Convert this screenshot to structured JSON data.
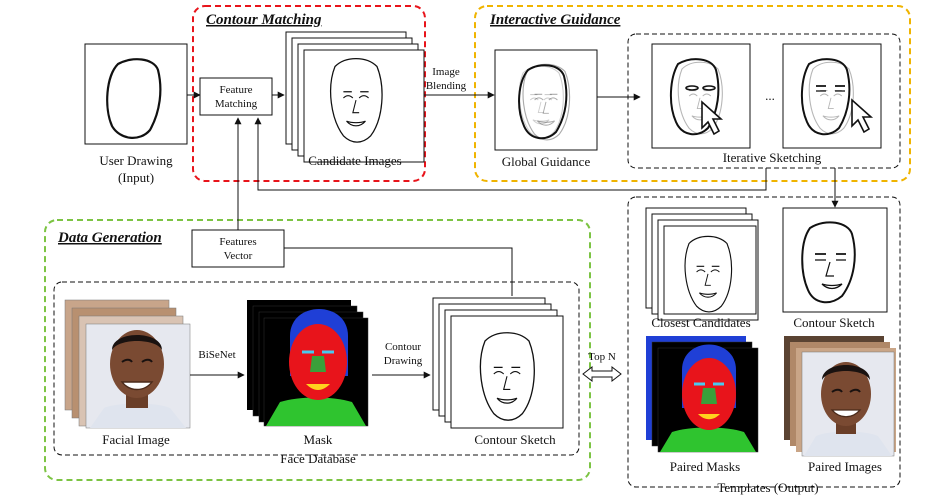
{
  "sections": {
    "contour_matching": {
      "title": "Contour Matching",
      "color": "#e8141b"
    },
    "interactive_guidance": {
      "title": "Interactive Guidance",
      "color": "#f0b400"
    },
    "data_generation": {
      "title": "Data Generation",
      "color": "#7cc443"
    }
  },
  "nodes": {
    "user_drawing": {
      "line1": "User Drawing",
      "line2": "(Input)"
    },
    "feature_matching": {
      "line1": "Feature",
      "line2": "Matching"
    },
    "candidate_images": "Candidate Images",
    "image_blending": {
      "line1": "Image",
      "line2": "Blending"
    },
    "global_guidance": "Global Guidance",
    "ellipsis": "...",
    "iterative_sketching": "Iterative Sketching",
    "features_vector": {
      "line1": "Features",
      "line2": "Vector"
    },
    "facial_image": "Facial Image",
    "bisenet": "BiSeNet",
    "mask": "Mask",
    "contour_drawing": {
      "line1": "Contour",
      "line2": "Drawing"
    },
    "contour_sketch_db": "Contour Sketch",
    "face_database": "Face Database",
    "top_n": "Top N",
    "closest_candidates": "Closest Candidates",
    "contour_sketch_out": "Contour Sketch",
    "paired_masks": "Paired Masks",
    "paired_images": "Paired Images",
    "templates_output": "Templates (Output)"
  },
  "colors": {
    "mask_bg": "#000000",
    "mask_face": "#e8141b",
    "mask_hair": "#1f3fd6",
    "mask_neck": "#2fc42f",
    "mask_nose": "#3aa03a",
    "mask_lips": "#ffd21e",
    "mask_eyes": "#49c9ef",
    "skin": "#7a4a32"
  }
}
